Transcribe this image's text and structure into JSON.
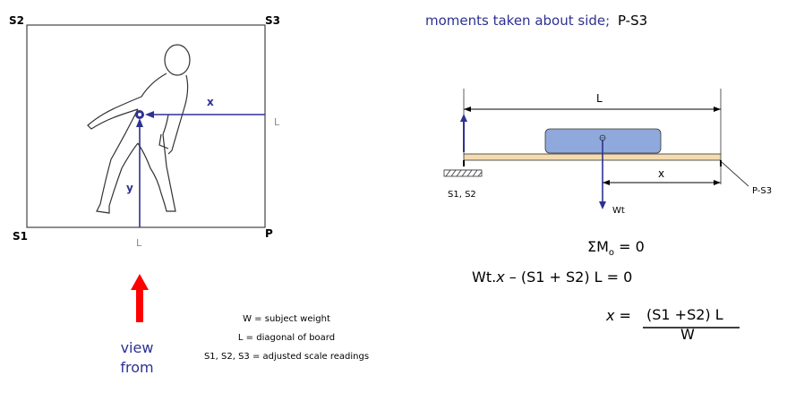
{
  "board": {
    "corners": {
      "s1": "S1",
      "s2": "S2",
      "s3": "S3",
      "p": "P"
    },
    "x_label": "x",
    "y_label": "y",
    "l_right": "L",
    "l_bottom": "L"
  },
  "view": {
    "line1": "view",
    "line2": "from",
    "arrow_color": "#ff0000"
  },
  "legend": {
    "line1": "W = subject weight",
    "line2": "L = diagonal of board",
    "line3": "S1, S2, S3 = adjusted scale readings"
  },
  "beam": {
    "title_prefix": "moments taken about side;",
    "title_side": "P-S3",
    "title_color": "#2e3192",
    "l_label": "L",
    "x_label": "x",
    "support_label": "S1, S2",
    "pivot_label": "P-S3",
    "wt_label": "Wt",
    "beam_color": "#f5dcb0",
    "body_color": "#8fa9dc",
    "arrow_color": "#2e3192"
  },
  "equations": {
    "eq1_prefix": "ΣM",
    "eq1_sub": "o",
    "eq1_suffix": " = 0",
    "eq2_prefix": "Wt.",
    "eq2_x": "x",
    "eq2_suffix": " – (S1 + S2) L = 0",
    "eq3_x": "x",
    "eq3_eq": " = ",
    "eq3_numerator": "(S1 +S2) L",
    "eq3_denominator": "W"
  }
}
